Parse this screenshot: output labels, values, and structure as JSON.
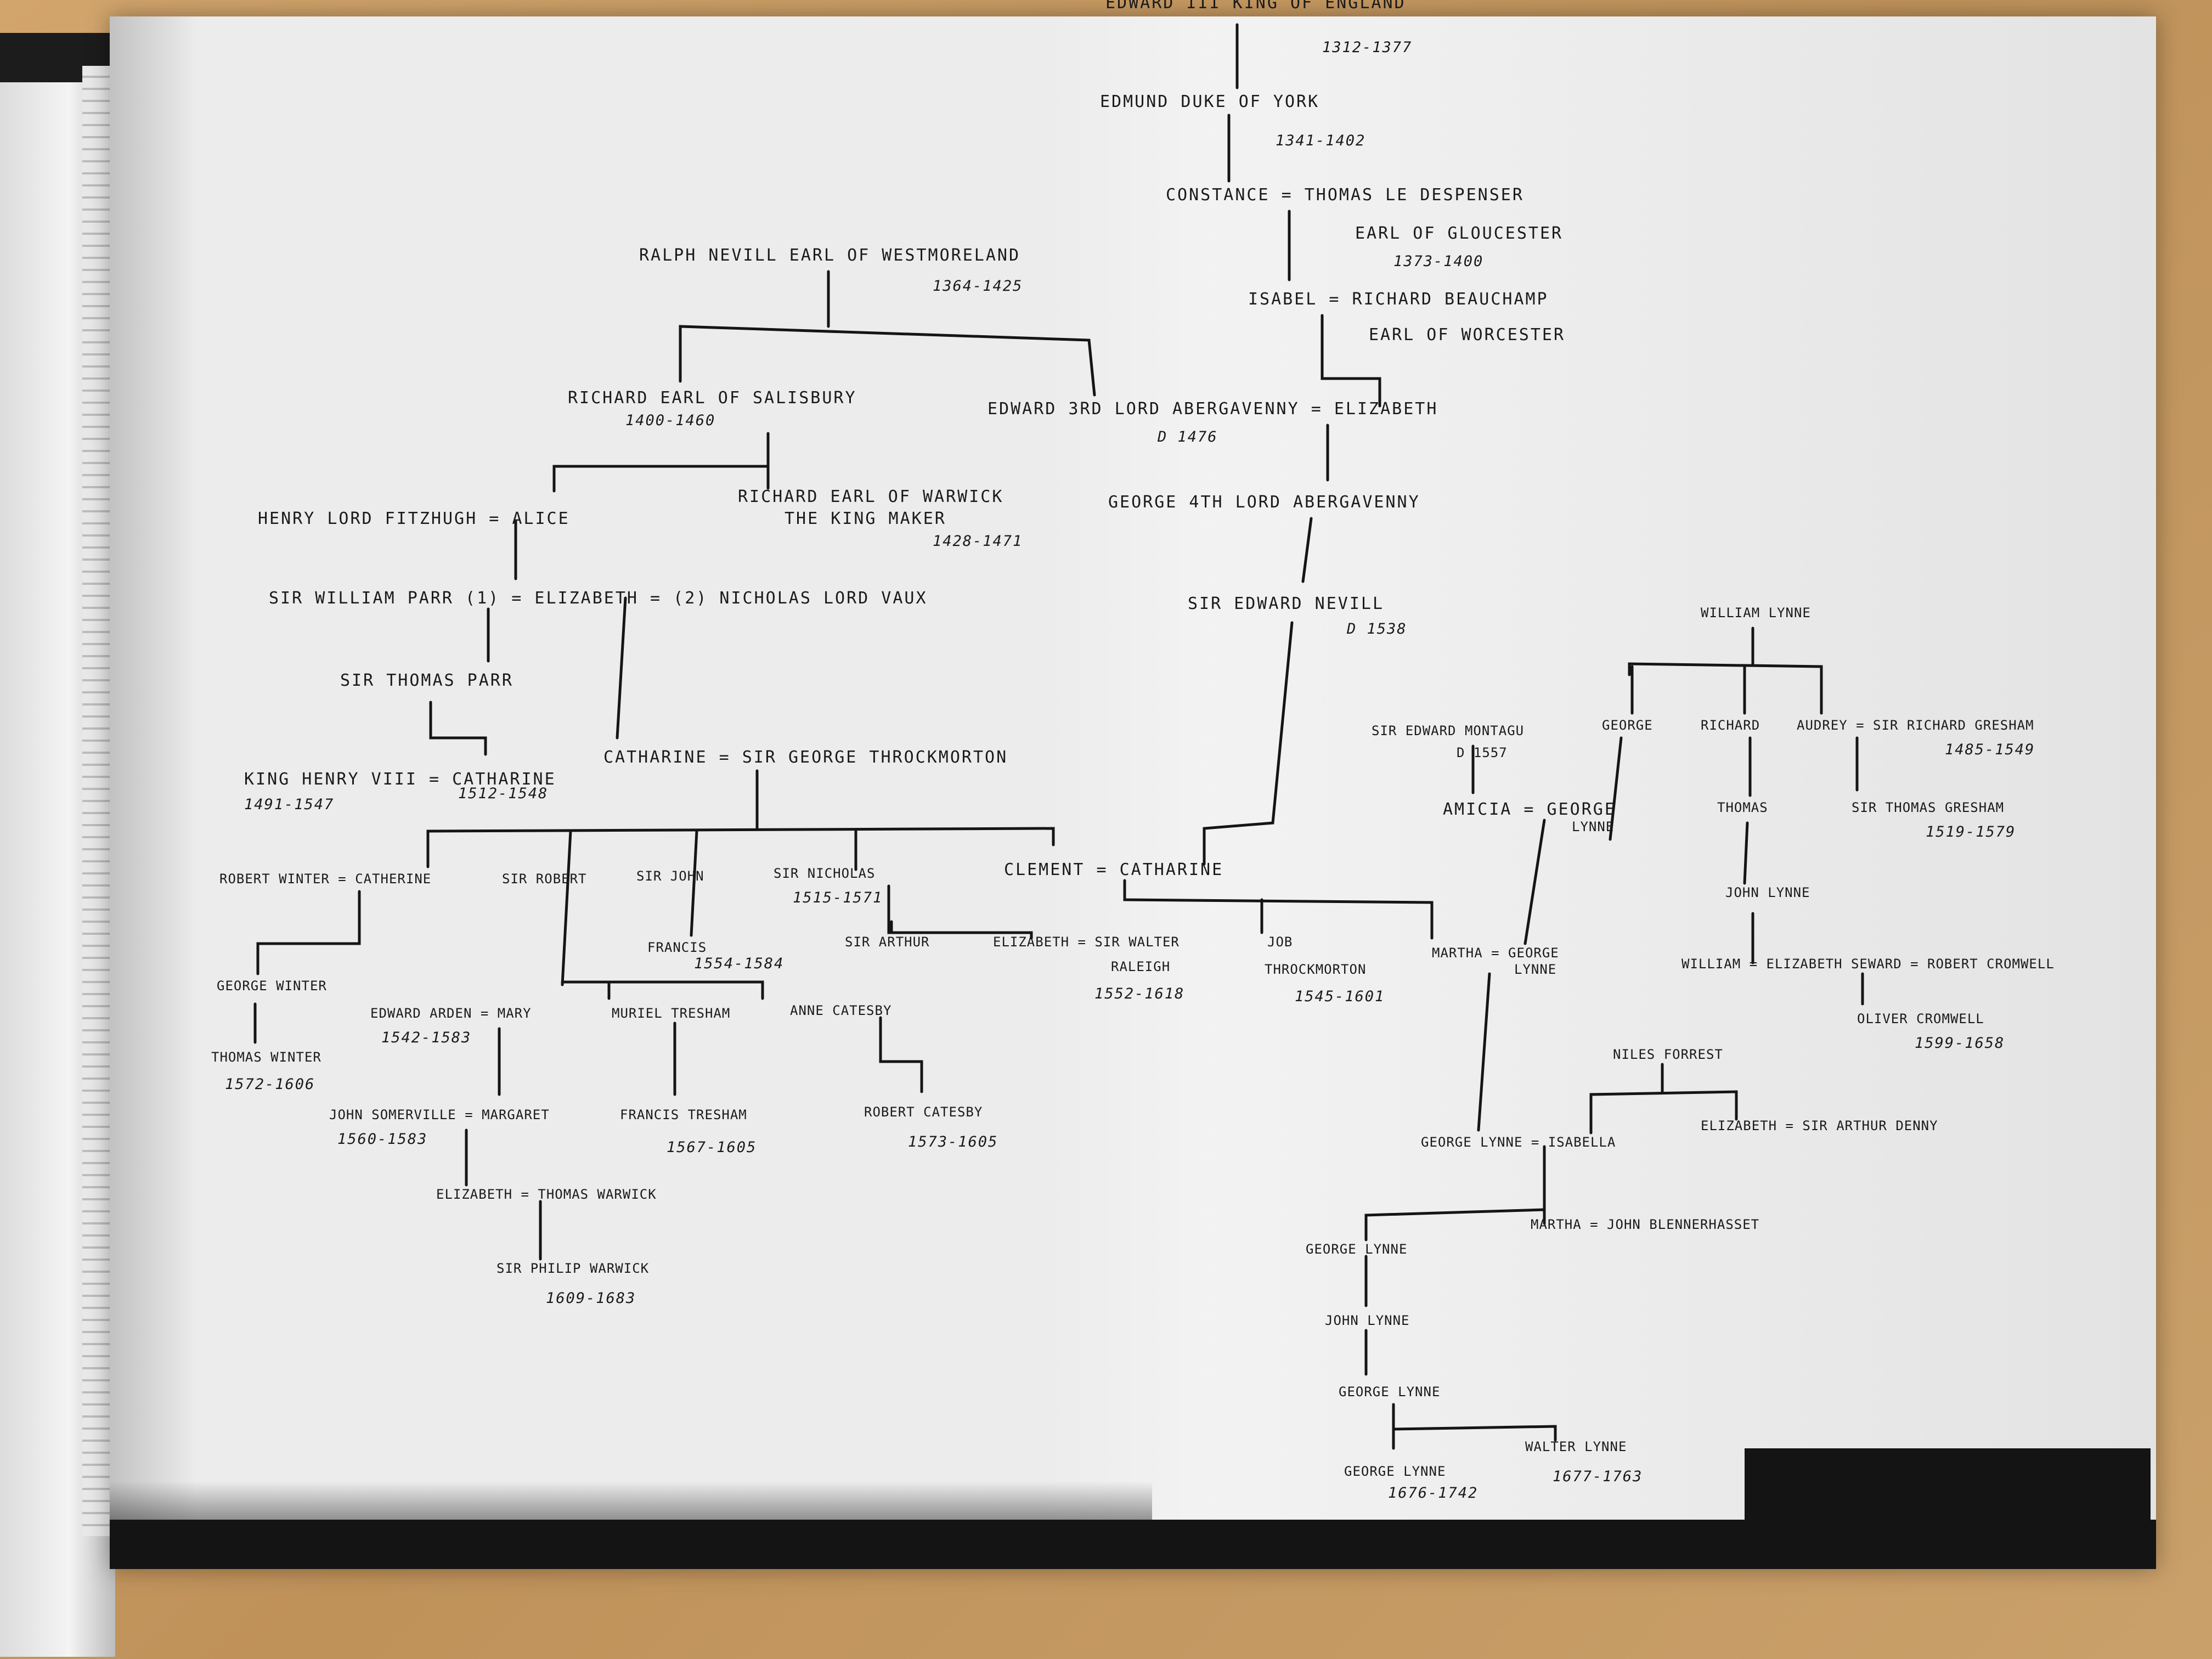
{
  "n": {
    "edward3": "EDWARD III KING OF ENGLAND",
    "edward3_d": "1312-1377",
    "edmund": "EDMUND DUKE OF YORK",
    "edmund_d": "1341-1402",
    "constance_thomas": "CONSTANCE = THOMAS LE DESPENSER",
    "earl_gloucester": "EARL OF GLOUCESTER",
    "gloucester_d": "1373-1400",
    "isabel_richard": "ISABEL = RICHARD BEAUCHAMP",
    "earl_worcester": "EARL OF WORCESTER",
    "ralph": "RALPH NEVILL  EARL OF WESTMORELAND",
    "ralph_d": "1364-1425",
    "richard_salisbury": "RICHARD EARL OF SALISBURY",
    "salisbury_d": "1400-1460",
    "edward_abergavenny": "EDWARD 3RD LORD ABERGAVENNY = ELIZABETH",
    "edward_abergavenny_d": "D 1476",
    "fitzhugh_alice": "HENRY LORD FITZHUGH = ALICE",
    "richard_warwick": "RICHARD EARL OF WARWICK",
    "king_maker": "THE KING MAKER",
    "warwick_d": "1428-1471",
    "george_abergavenny": "GEORGE 4TH LORD ABERGAVENNY",
    "parr_elizabeth_vaux": "SIR WILLIAM PARR (1) = ELIZABETH = (2) NICHOLAS LORD VAUX",
    "sir_edward_nevill": "SIR EDWARD NEVILL",
    "nevill_d": "D 1538",
    "william_lynne": "WILLIAM LYNNE",
    "thomas_parr": "SIR THOMAS PARR",
    "sir_edward_montagu": "SIR EDWARD MONTAGU",
    "montagu_d": "D 1557",
    "george_l1": "GEORGE",
    "richard_l1": "RICHARD",
    "audrey_gresham": "AUDREY = SIR RICHARD GRESHAM",
    "gresham_d": "1485-1549",
    "catharine_throckmorton": "CATHARINE = SIR GEORGE THROCKMORTON",
    "henry_catharine": "KING HENRY VIII = CATHARINE",
    "henry_d": "1491-1547",
    "catharine_d": "1512-1548",
    "amicia_george": "AMICIA = GEORGE",
    "lynne_a": "LYNNE",
    "thomas_l": "THOMAS",
    "sir_thomas_gresham": "SIR THOMAS GRESHAM",
    "thomas_gresham_d": "1519-1579",
    "winter_catherine": "ROBERT WINTER = CATHERINE",
    "sir_robert": "SIR ROBERT",
    "sir_john": "SIR JOHN",
    "sir_nicholas": "SIR NICHOLAS",
    "nicholas_d": "1515-1571",
    "clement_catharine": "CLEMENT = CATHARINE",
    "john_lynne_a": "JOHN LYNNE",
    "francis": "FRANCIS",
    "francis_d": "1554-1584",
    "sir_arthur": "SIR ARTHUR",
    "elizabeth_raleigh": "ELIZABETH = SIR WALTER",
    "raleigh": "RALEIGH",
    "raleigh_d": "1552-1618",
    "job": "JOB",
    "throckmorton": "THROCKMORTON",
    "job_d": "1545-1601",
    "martha_george": "MARTHA = GEORGE",
    "lynne_b": "LYNNE",
    "william_elizabeth_cromwell": "WILLIAM = ELIZABETH SEWARD = ROBERT CROMWELL",
    "george_winter": "GEORGE WINTER",
    "edward_arden_mary": "EDWARD ARDEN = MARY",
    "arden_d": "1542-1583",
    "muriel_tresham": "MURIEL TRESHAM",
    "anne_catesby": "ANNE CATESBY",
    "oliver_cromwell": "OLIVER CROMWELL",
    "oliver_d": "1599-1658",
    "thomas_winter": "THOMAS WINTER",
    "thomas_winter_d": "1572-1606",
    "niles_forrest": "NILES FORREST",
    "somerville_margaret": "JOHN SOMERVILLE = MARGARET",
    "somerville_d": "1560-1583",
    "francis_tresham": "FRANCIS TRESHAM",
    "francis_tresham_d": "1567-1605",
    "robert_catesby": "ROBERT CATESBY",
    "catesby_d": "1573-1605",
    "elizabeth_denny": "ELIZABETH = SIR ARTHUR DENNY",
    "george_isabella": "GEORGE LYNNE = ISABELLA",
    "elizabeth_warwick": "ELIZABETH = THOMAS WARWICK",
    "martha_blennerhasset": "MARTHA = JOHN BLENNERHASSET",
    "george_lynne_a": "GEORGE LYNNE",
    "philip_warwick": "SIR PHILIP WARWICK",
    "philip_d": "1609-1683",
    "john_lynne_b": "JOHN LYNNE",
    "george_lynne_b": "GEORGE LYNNE",
    "george_lynne_c": "GEORGE LYNNE",
    "george_lynne_c_d": "1676-1742",
    "walter_lynne": "WALTER LYNNE",
    "walter_d": "1677-1763"
  }
}
